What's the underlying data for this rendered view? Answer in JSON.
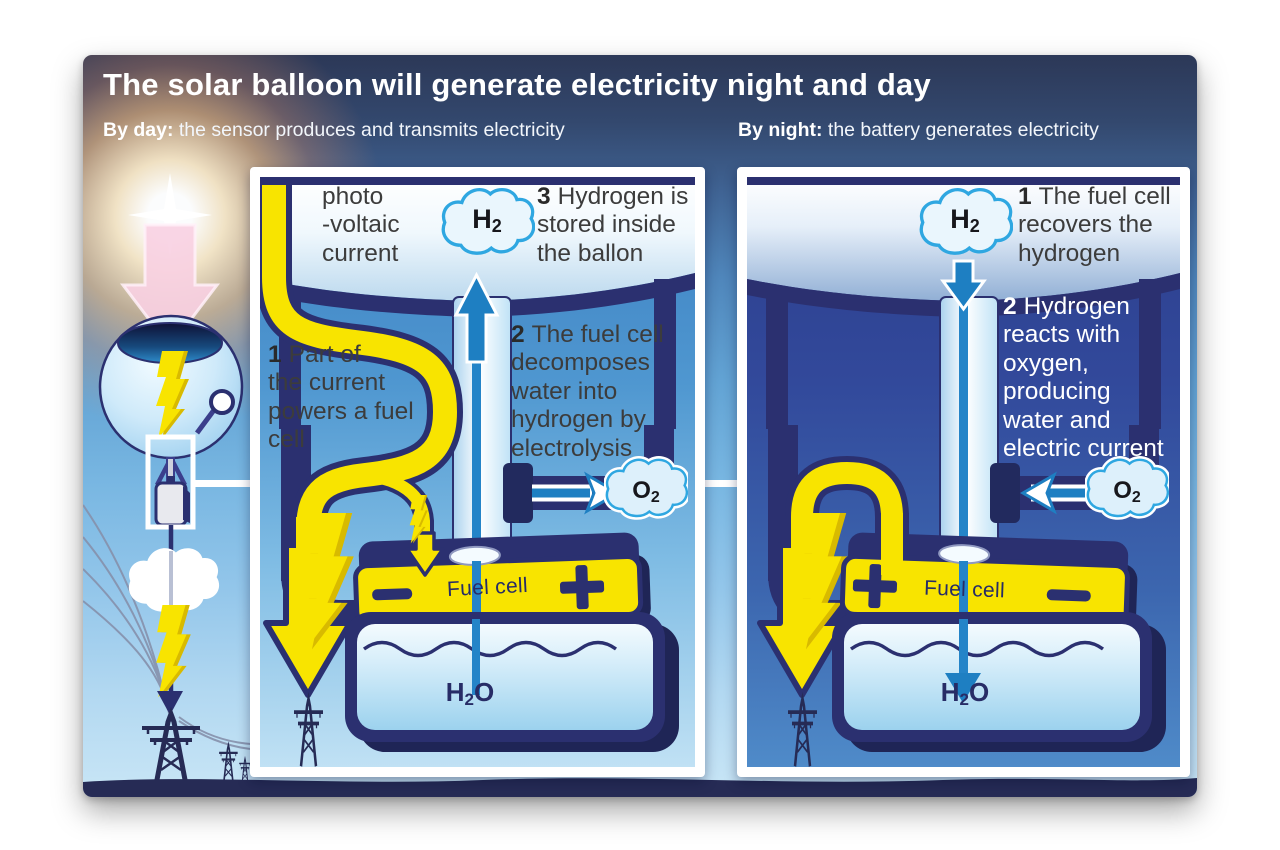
{
  "poster": {
    "title": "The solar balloon will generate electricity night and day",
    "day_subtitle": {
      "bold": "By day:",
      "text": " the sensor produces and transmits electricity"
    },
    "night_subtitle": {
      "bold": "By night:",
      "text": " the battery generates electricity"
    }
  },
  "day_panel": {
    "photovoltaic_label": "photo\n-voltaic\ncurrent",
    "step1": {
      "num": "1",
      "text": "Part of\nthe current\npowers a fuel\ncell"
    },
    "step2": {
      "num": "2",
      "text": "The fuel cell\ndecomposes\nwater into\nhydrogen by\nelectrolysis"
    },
    "step3": {
      "num": "3",
      "text": "Hydrogen is\nstored inside\nthe ballon"
    },
    "h2_label": {
      "main": "H",
      "sub": "2"
    },
    "o2_label": {
      "main": "O",
      "sub": "2"
    },
    "fuel_cell_label": "Fuel cell",
    "h2o_label": {
      "pre": "H",
      "sub": "2",
      "post": "O"
    }
  },
  "night_panel": {
    "step1": {
      "num": "1",
      "text": "The fuel cell\nrecovers the\nhydrogen"
    },
    "step2": {
      "num": "2",
      "text": "Hydrogen\nreacts with\noxygen,\nproducing\nwater and\nelectric current"
    },
    "h2_label": {
      "main": "H",
      "sub": "2"
    },
    "o2_label": {
      "main": "O",
      "sub": "2"
    },
    "fuel_cell_label": "Fuel cell",
    "h2o_label": {
      "pre": "H",
      "sub": "2",
      "post": "O"
    }
  },
  "colors": {
    "navy": "#2b3070",
    "ground": "#262b55",
    "yellow": "#f8e400",
    "yellow_shadow": "#d8ba00",
    "blue_arrow": "#1e7fc2",
    "cloud_stroke": "#2fa7e1",
    "day_panel_top": "#3d80c2",
    "night_panel_top": "#2c3e8c",
    "title_band": "#2c3857"
  }
}
